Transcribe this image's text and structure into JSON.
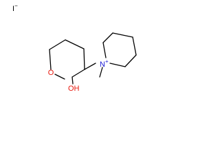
{
  "molecule": {
    "iodide_symbol": "I",
    "iodide_charge": "−",
    "ring_oxygen_symbol": "O",
    "hydroxyl_symbol": "OH",
    "ammonium_symbol": "N",
    "ammonium_charge": "+"
  },
  "colors": {
    "bond": "#000000",
    "oxygen": "#e8170c",
    "nitrogen": "#1a1ad6",
    "iodine": "#000000"
  }
}
